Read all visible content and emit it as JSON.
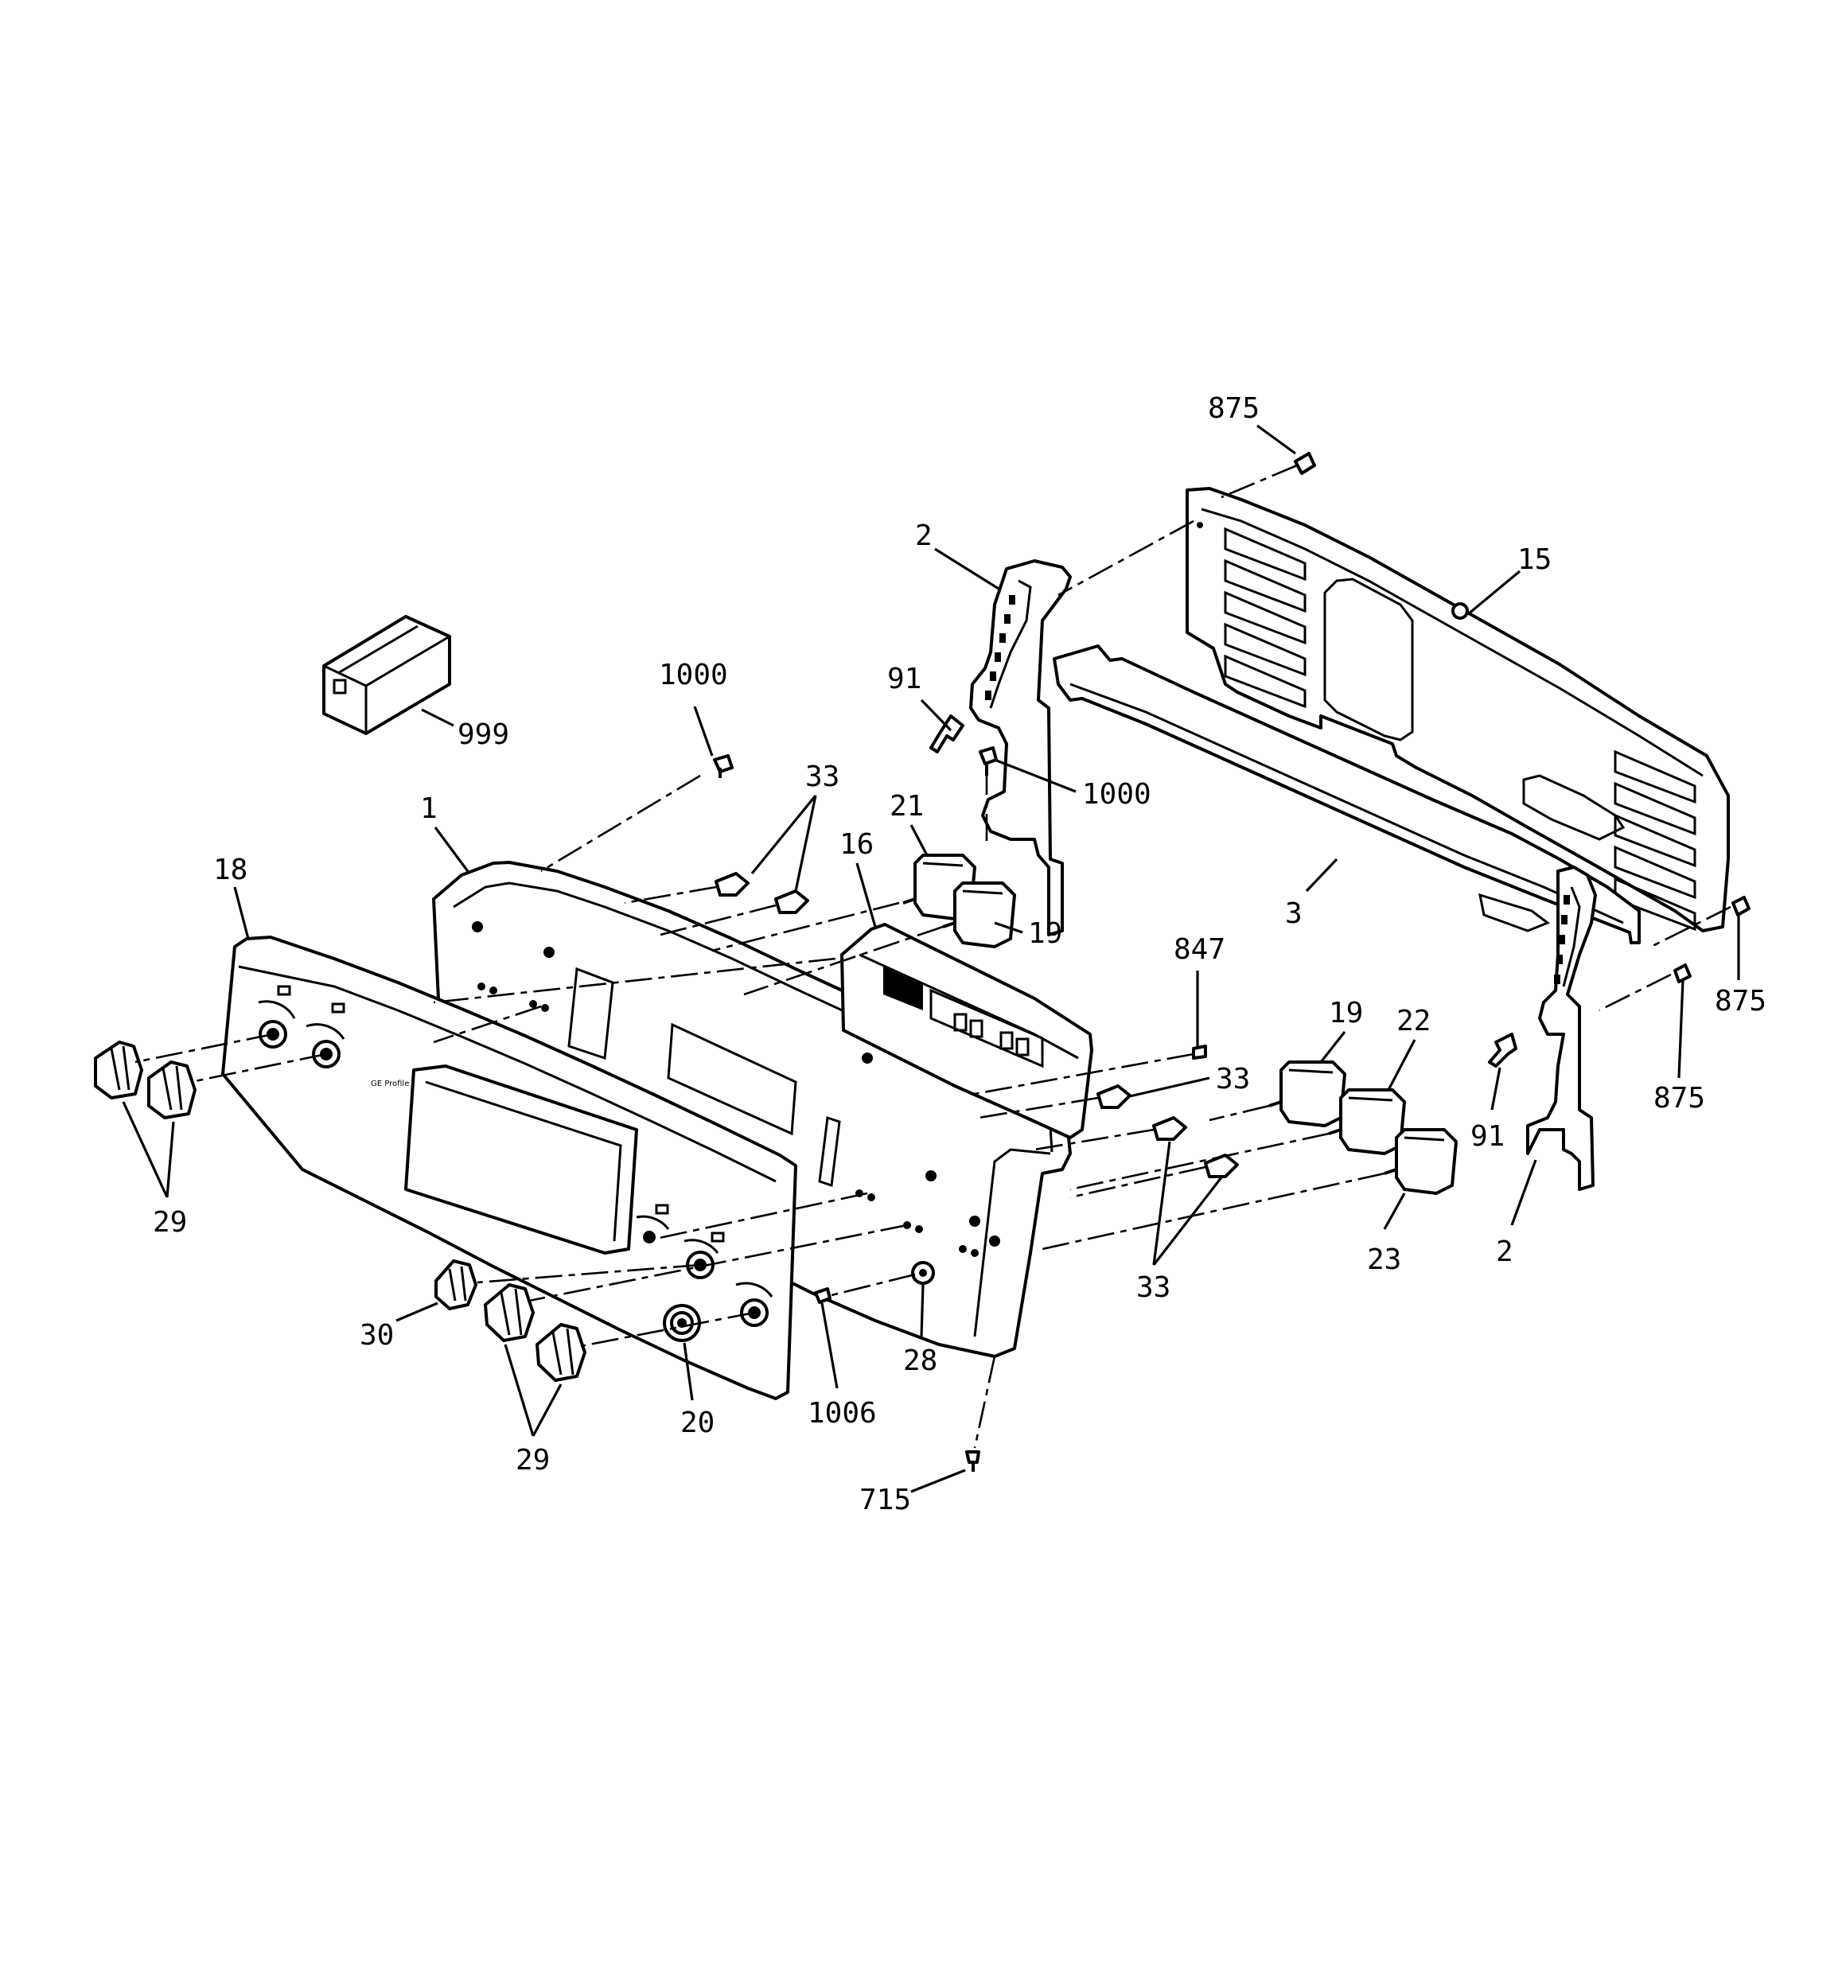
{
  "callouts": [
    {
      "id": "c-875-top",
      "label": "875"
    },
    {
      "id": "c-2-top",
      "label": "2"
    },
    {
      "id": "c-15",
      "label": "15"
    },
    {
      "id": "c-1000-left",
      "label": "1000"
    },
    {
      "id": "c-91-top",
      "label": "91"
    },
    {
      "id": "c-999",
      "label": "999"
    },
    {
      "id": "c-1000-right",
      "label": "1000"
    },
    {
      "id": "c-33-top",
      "label": "33"
    },
    {
      "id": "c-21",
      "label": "21"
    },
    {
      "id": "c-1",
      "label": "1"
    },
    {
      "id": "c-16",
      "label": "16"
    },
    {
      "id": "c-18",
      "label": "18"
    },
    {
      "id": "c-3",
      "label": "3"
    },
    {
      "id": "c-19-top",
      "label": "19"
    },
    {
      "id": "c-847",
      "label": "847"
    },
    {
      "id": "c-875-mid",
      "label": "875"
    },
    {
      "id": "c-19-right",
      "label": "19"
    },
    {
      "id": "c-22",
      "label": "22"
    },
    {
      "id": "c-33-mid",
      "label": "33"
    },
    {
      "id": "c-875-low",
      "label": "875"
    },
    {
      "id": "c-91-bottom",
      "label": "91"
    },
    {
      "id": "c-29-left",
      "label": "29"
    },
    {
      "id": "c-2-bottom",
      "label": "2"
    },
    {
      "id": "c-23",
      "label": "23"
    },
    {
      "id": "c-33-bottom",
      "label": "33"
    },
    {
      "id": "c-30",
      "label": "30"
    },
    {
      "id": "c-28",
      "label": "28"
    },
    {
      "id": "c-20",
      "label": "20"
    },
    {
      "id": "c-1006",
      "label": "1006"
    },
    {
      "id": "c-29-bottom",
      "label": "29"
    },
    {
      "id": "c-715",
      "label": "715"
    }
  ],
  "icons": [
    "screw-icon",
    "knob-icon",
    "switch-icon",
    "box-icon"
  ]
}
